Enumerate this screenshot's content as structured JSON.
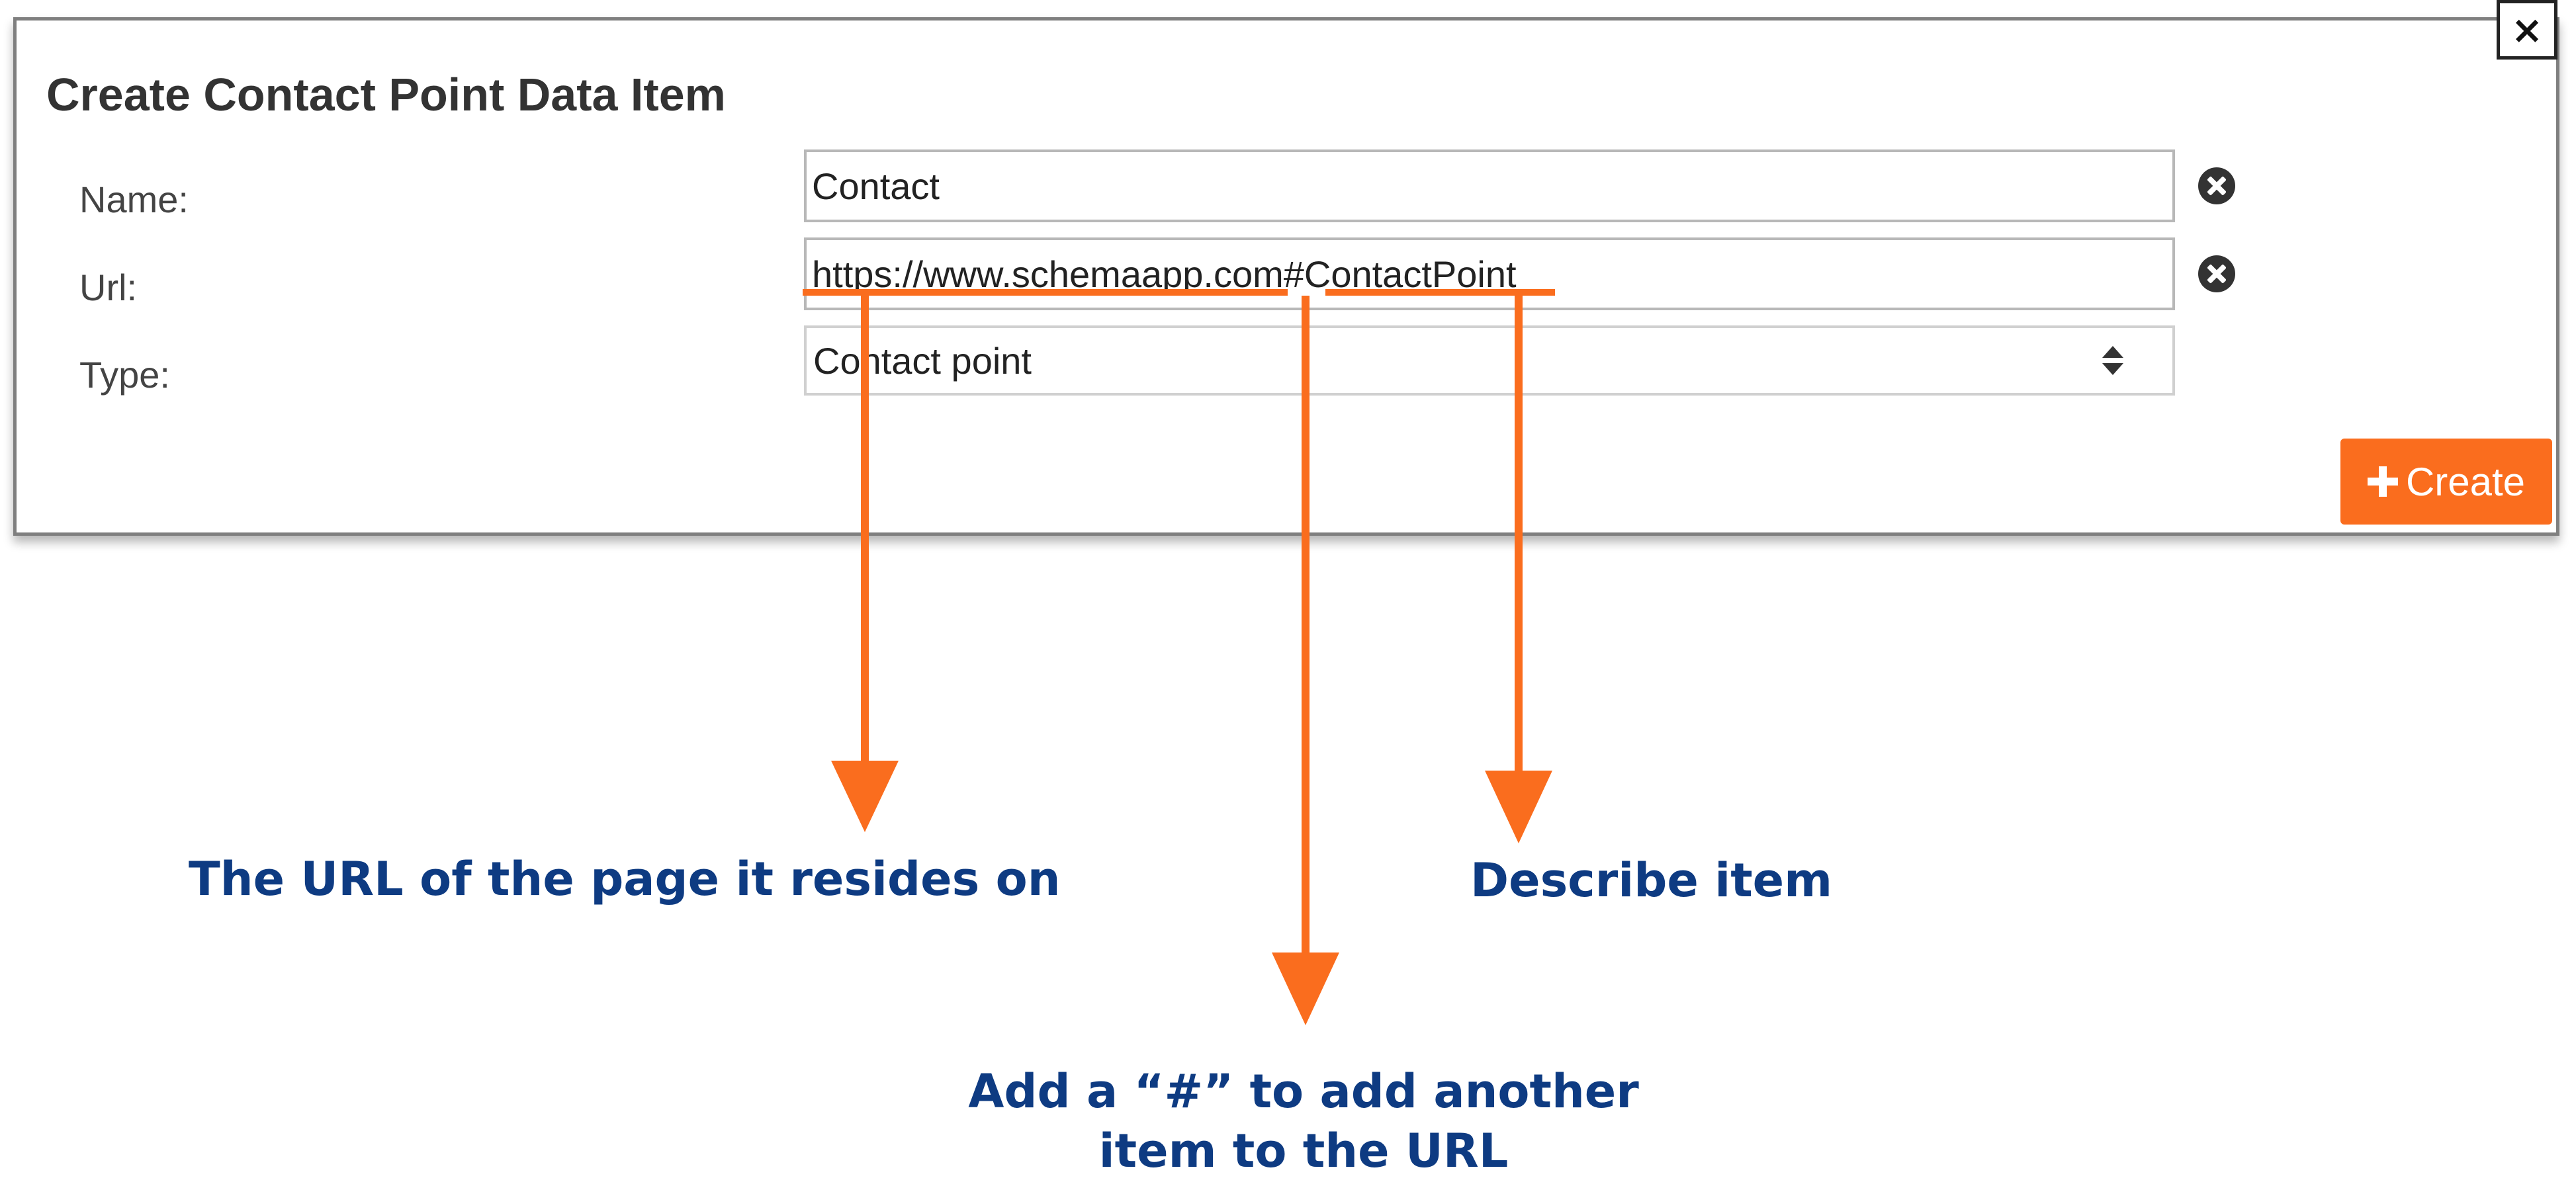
{
  "dialog": {
    "title": "Create Contact Point Data Item",
    "close_label": "×",
    "fields": {
      "name": {
        "label": "Name:",
        "value": "Contact"
      },
      "url": {
        "label": "Url:",
        "value": "https://www.schemaapp.com#ContactPoint"
      },
      "type": {
        "label": "Type:",
        "value": "Contact point"
      }
    },
    "create_label": "Create"
  },
  "annotations": {
    "url_note": "The URL of the page it resides on",
    "describe_note": "Describe item",
    "hash_note_line1": "Add a “#” to add another",
    "hash_note_line2": "item to the URL"
  },
  "colors": {
    "accent": "#fa6d1e",
    "annotation_text": "#0e3b82",
    "dialog_border": "#7f7f7f",
    "icon_dark": "#333333"
  },
  "icons": {
    "close": "close-icon",
    "clear": "times-circle-icon",
    "select": "sort-arrows-icon",
    "create": "plus-icon"
  }
}
